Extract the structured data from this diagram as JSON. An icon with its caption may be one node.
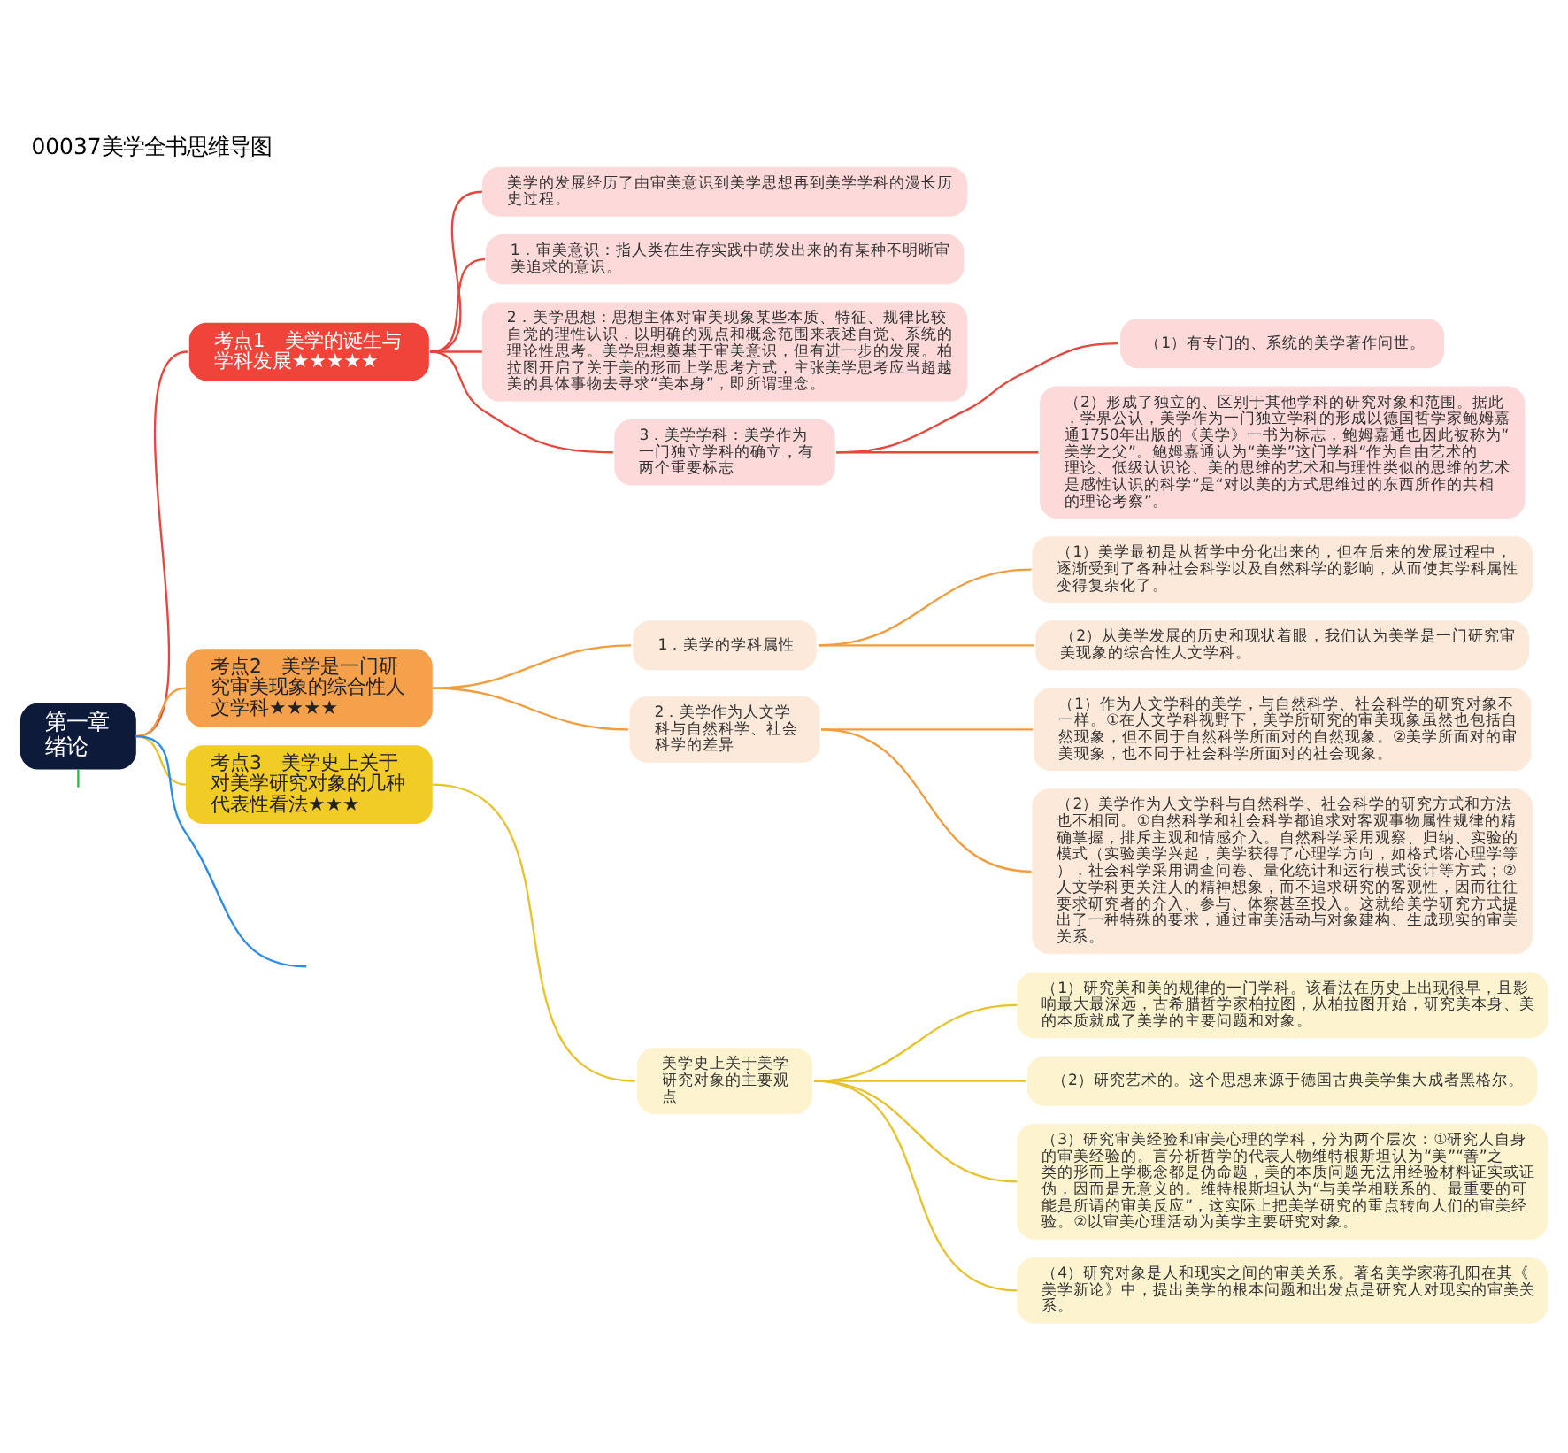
{
  "diagram": {
    "title": "00037美学全书思维导图",
    "nodes": [
      {
        "text": [
          "第一章绪论"
        ]
      },
      {
        "text": [
          "考点1　美学的诞生与学科发展★★★★★"
        ]
      },
      {
        "text": [
          "美学的发展经历了由审美意识到美学思想再到美学学科的漫长历史过程。"
        ]
      },
      {
        "text": [
          "1．审美意识：指人类在生存实践中萌发出来的有某种不明晰审美追求的意识。"
        ]
      },
      {
        "text": [
          "2．美学思想：思想主体对审美现象某些本质、特征、规律比较自觉的理性认识，以明确的观点和概念范围来表述自觉、系统的理论性思考。美学思想奠基于审美意识，但有进一步的发展。柏拉图开启了关于美的形而上学思考方式，主张美学思考应当超越美的具体事物去寻求“美本身”，即所谓理念。"
        ]
      },
      {
        "text": [
          "3．美学学科：美学作为一门独立学科的确立，有两个重要标志"
        ]
      },
      {
        "text": [
          "（1）有专门的、系统的美学著作问世。"
        ]
      },
      {
        "text": [
          "（2）形成了独立的、区别于其他学科的研究对象和范围。据此，学界公认，美学作为一门独立学科的形成以德国哲学家鲍姆嘉通1750年出版的《美学》一书为标志，鲍姆嘉通也因此被称为“美学之父”。鲍姆嘉通认为“美学”这门学科“作为自由艺术的理论、低级认识论、美的思维的艺术和与理性类似的思维的艺术是感性认识的科学”是“对以美的方式思维过的东西所作的共相的理论考察”。"
        ]
      },
      {
        "text": [
          "考点2　美学是一门研究审美现象的综合性人文学科★★★★"
        ]
      },
      {
        "text": [
          "1．美学的学科属性"
        ]
      },
      {
        "text": [
          "（1）美学最初是从哲学中分化出来的，但在后来的发展过程中，逐渐受到了各种社会科学以及自然科学的影响，从而使其学科属性变得复杂化了。"
        ]
      },
      {
        "text": [
          "（2）从美学发展的历史和现状着眼，我们认为美学是一门研究审美现象的综合性人文学科。"
        ]
      },
      {
        "text": [
          "2．美学作为人文学科与自然科学、社会科学的差异"
        ]
      },
      {
        "text": [
          "（1）作为人文学科的美学，与自然科学、社会科学的研究对象不一样。①在人文学科视野下，美学所研究的审美现象虽然也包括自然现象，但不同于自然科学所面对的自然现象。②美学所面对的审美现象，也不同于社会科学所面对的社会现象。"
        ]
      },
      {
        "text": [
          "（2）美学作为人文学科与自然科学、社会科学的研究方式和方法也不相同。①自然科学和社会科学都追求对客观事物属性规律的精确掌握，排斥主观和情感介入。自然科学采用观察、归纳、实验的模式（实验美学兴起，美学获得了心理学方向，如格式塔心理学等），社会科学采用调查问卷、量化统计和运行模式设计等方式；②人文学科更关注人的精神想象，而不追求研究的客观性，因而往往要求研究者的介入、参与、体察甚至投入。这就给美学研究方式提出了一种特殊的要求，通过审美活动与对象建构、生成现实的审美关系。"
        ]
      },
      {
        "text": [
          "考点3　美学史上关于对美学研究对象的几种代表性看法★★★"
        ]
      },
      {
        "text": [
          "美学史上关于美学研究对象的主要观点"
        ]
      },
      {
        "text": [
          "（1）研究美和美的规律的一门学科。该看法在历史上出现很早，且影响最大最深远，古希腊哲学家柏拉图，从柏拉图开始，研究美本身、美的本质就成了美学的主要问题和对象。"
        ]
      },
      {
        "text": [
          "（2）研究艺术的。这个思想来源于德国古典美学集大成者黑格尔。"
        ]
      },
      {
        "text": [
          "（3）研究审美经验和审美心理的学科，分为两个层次：①研究人自身的审美经验的。言分析哲学的代表人物维特根斯坦认为“美”“善”之类的形而上学概念都是伪命题，美的本质问题无法用经验材料证实或证伪，因而是无意义的。维特根斯坦认为“与美学相联系的、最重要的可能是所谓的审美反应”，这实际上把美学研究的重点转向人们的审美经验。②以审美心理活动为美学主要研究对象。"
        ]
      },
      {
        "text": [
          "（4）研究对象是人和现实之间的审美关系。著名美学家蒋孔阳在其《美学新论》中，提出美学的根本问题和出发点是研究人对现实的审美关系。"
        ]
      }
    ],
    "edges": [
      {
        "from": 0,
        "to": 1,
        "arrow": "none",
        "color": "#e8453c"
      },
      {
        "from": 1,
        "to": 2,
        "arrow": "none",
        "color": "#e8453c"
      },
      {
        "from": 1,
        "to": 3,
        "arrow": "none",
        "color": "#e8453c"
      },
      {
        "from": 1,
        "to": 4,
        "arrow": "none",
        "color": "#e8453c"
      },
      {
        "from": 1,
        "to": 5,
        "arrow": "none",
        "color": "#e8453c"
      },
      {
        "from": 5,
        "to": 6,
        "arrow": "none",
        "color": "#e8453c"
      },
      {
        "from": 5,
        "to": 7,
        "arrow": "none",
        "color": "#e8453c"
      },
      {
        "from": 0,
        "to": 8,
        "arrow": "none",
        "color": "#f39c3c"
      },
      {
        "from": 8,
        "to": 9,
        "arrow": "none",
        "color": "#f39c3c"
      },
      {
        "from": 9,
        "to": 10,
        "arrow": "none",
        "color": "#f39c3c"
      },
      {
        "from": 9,
        "to": 11,
        "arrow": "none",
        "color": "#f39c3c"
      },
      {
        "from": 8,
        "to": 12,
        "arrow": "none",
        "color": "#f39c3c"
      },
      {
        "from": 12,
        "to": 13,
        "arrow": "none",
        "color": "#f39c3c"
      },
      {
        "from": 12,
        "to": 14,
        "arrow": "none",
        "color": "#f39c3c"
      },
      {
        "from": 0,
        "to": 15,
        "arrow": "none",
        "color": "#e8c22a"
      },
      {
        "from": 15,
        "to": 16,
        "arrow": "none",
        "color": "#e8c22a"
      },
      {
        "from": 16,
        "to": 17,
        "arrow": "none",
        "color": "#e8c22a"
      },
      {
        "from": 16,
        "to": 18,
        "arrow": "none",
        "color": "#e8c22a"
      },
      {
        "from": 16,
        "to": 19,
        "arrow": "none",
        "color": "#e8c22a"
      },
      {
        "from": 16,
        "to": 20,
        "arrow": "none",
        "color": "#e8c22a"
      },
      {
        "from": 0,
        "to": null,
        "arrow": "none",
        "color": "#2a8be8"
      },
      {
        "from": 0,
        "to": null,
        "arrow": "none",
        "color": "#2db84d"
      }
    ]
  }
}
